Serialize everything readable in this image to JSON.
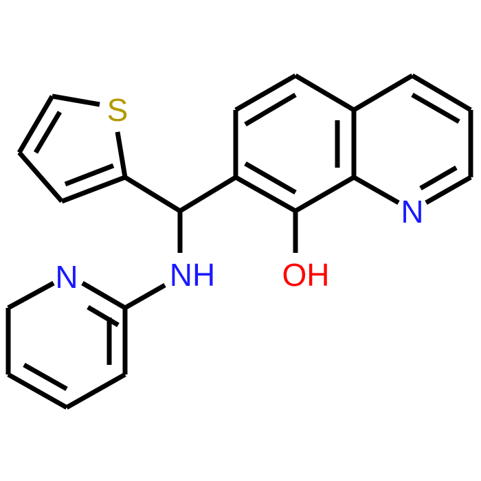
{
  "molecule": {
    "atoms": {
      "S": {
        "text": "S",
        "color": "#b39a00"
      },
      "N_quinoline": {
        "text": "N",
        "color": "#1a1aff"
      },
      "N_pyridine": {
        "text": "N",
        "color": "#1a1aff"
      },
      "NH": {
        "text": "NH",
        "color": "#1a1aff"
      },
      "OH": {
        "text": "OH",
        "color": "#ff0000"
      }
    },
    "bond_color": "#000000"
  }
}
